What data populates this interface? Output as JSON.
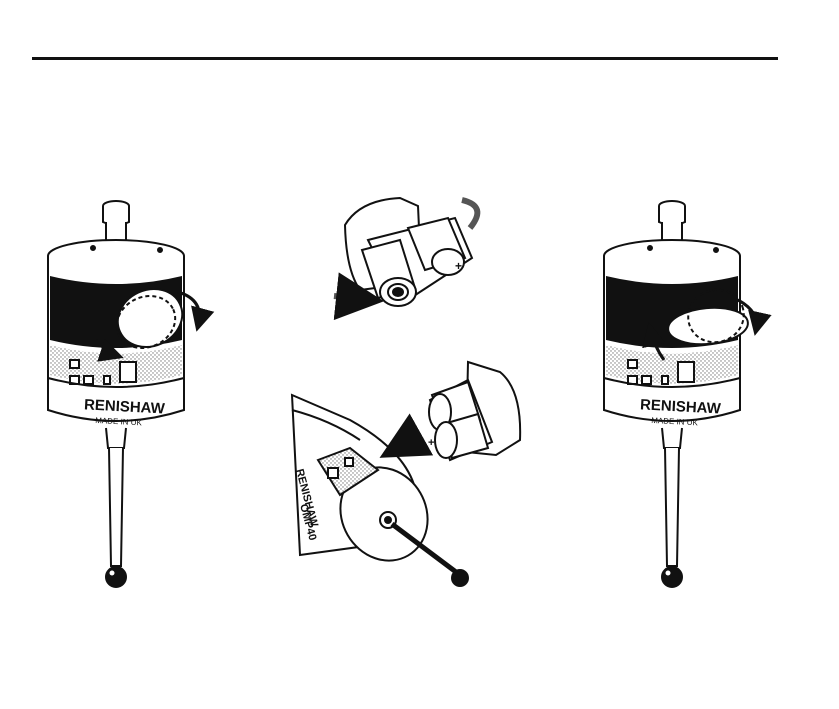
{
  "probe_left": {
    "brand": "RENISHAW",
    "made_in": "MADE IN UK"
  },
  "probe_right": {
    "brand": "RENISHAW",
    "made_in": "MADE IN UK"
  },
  "probe_side": {
    "brand": "RENISHAW",
    "model": "OMP40"
  },
  "colors": {
    "ink": "#111111",
    "screen": "#d8d8d8"
  }
}
